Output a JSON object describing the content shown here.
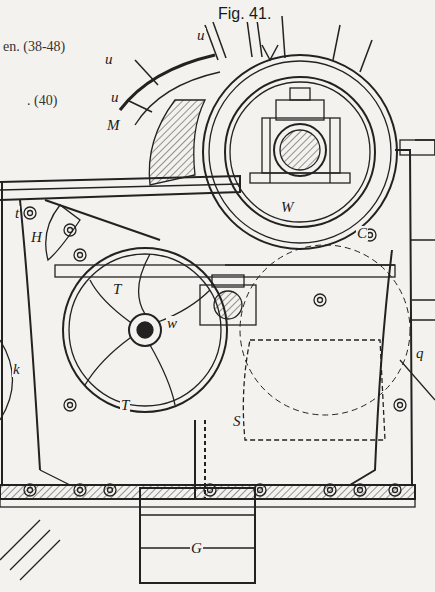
{
  "diagram": {
    "title": "Fig. 41.",
    "labels": [
      "en. (38-48)",
      ". (40)",
      "u",
      "u",
      "u",
      "M",
      "W",
      "C",
      "t",
      "H",
      "T",
      "w",
      "T",
      "S",
      "G",
      "k",
      "q"
    ]
  }
}
